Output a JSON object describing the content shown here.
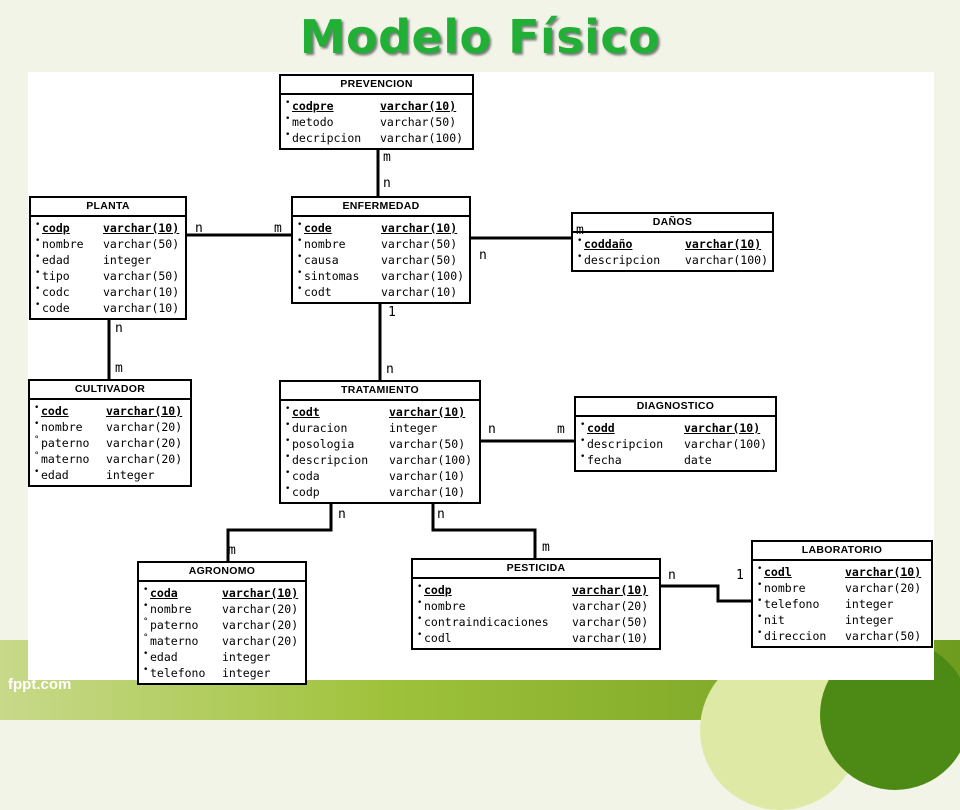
{
  "slide": {
    "title": "Modelo Físico",
    "footer_logo": "fppt.com"
  },
  "entities": {
    "prevencion": {
      "name": "PREVENCION",
      "rows": [
        {
          "marker": "•",
          "col": "codpre",
          "type": "varchar(10)",
          "pk": true
        },
        {
          "marker": "•",
          "col": "metodo",
          "type": "varchar(50)",
          "pk": false
        },
        {
          "marker": "•",
          "col": "decripcion",
          "type": "varchar(100)",
          "pk": false
        }
      ]
    },
    "planta": {
      "name": "PLANTA",
      "rows": [
        {
          "marker": "•",
          "col": "codp",
          "type": "varchar(10)",
          "pk": true
        },
        {
          "marker": "•",
          "col": "nombre",
          "type": "varchar(50)",
          "pk": false
        },
        {
          "marker": "•",
          "col": "edad",
          "type": "integer",
          "pk": false
        },
        {
          "marker": "•",
          "col": "tipo",
          "type": "varchar(50)",
          "pk": false
        },
        {
          "marker": "•",
          "col": "codc",
          "type": "varchar(10)",
          "pk": false
        },
        {
          "marker": "•",
          "col": "code",
          "type": "varchar(10)",
          "pk": false
        }
      ]
    },
    "enfermedad": {
      "name": "ENFERMEDAD",
      "rows": [
        {
          "marker": "•",
          "col": "code",
          "type": "varchar(10)",
          "pk": true
        },
        {
          "marker": "•",
          "col": "nombre",
          "type": "varchar(50)",
          "pk": false
        },
        {
          "marker": "•",
          "col": "causa",
          "type": "varchar(50)",
          "pk": false
        },
        {
          "marker": "•",
          "col": "sintomas",
          "type": "varchar(100)",
          "pk": false
        },
        {
          "marker": "•",
          "col": "codt",
          "type": "varchar(10)",
          "pk": false
        }
      ]
    },
    "danos": {
      "name": "DAÑOS",
      "rows": [
        {
          "marker": "•",
          "col": "coddaño",
          "type": "varchar(10)",
          "pk": true
        },
        {
          "marker": "•",
          "col": "descripcion",
          "type": "varchar(100)",
          "pk": false
        }
      ]
    },
    "cultivador": {
      "name": "CULTIVADOR",
      "rows": [
        {
          "marker": "•",
          "col": "codc",
          "type": "varchar(10)",
          "pk": true
        },
        {
          "marker": "•",
          "col": "nombre",
          "type": "varchar(20)",
          "pk": false
        },
        {
          "marker": "°",
          "col": "paterno",
          "type": "varchar(20)",
          "pk": false
        },
        {
          "marker": "°",
          "col": "materno",
          "type": "varchar(20)",
          "pk": false
        },
        {
          "marker": "•",
          "col": "edad",
          "type": "integer",
          "pk": false
        }
      ]
    },
    "tratamiento": {
      "name": "TRATAMIENTO",
      "rows": [
        {
          "marker": "•",
          "col": "codt",
          "type": "varchar(10)",
          "pk": true
        },
        {
          "marker": "•",
          "col": "duracion",
          "type": "integer",
          "pk": false
        },
        {
          "marker": "•",
          "col": "posologia",
          "type": "varchar(50)",
          "pk": false
        },
        {
          "marker": "•",
          "col": "descripcion",
          "type": "varchar(100)",
          "pk": false
        },
        {
          "marker": "•",
          "col": "coda",
          "type": "varchar(10)",
          "pk": false
        },
        {
          "marker": "•",
          "col": "codp",
          "type": "varchar(10)",
          "pk": false
        }
      ]
    },
    "diagnostico": {
      "name": "DIAGNOSTICO",
      "rows": [
        {
          "marker": "•",
          "col": "codd",
          "type": "varchar(10)",
          "pk": true
        },
        {
          "marker": "•",
          "col": "descripcion",
          "type": "varchar(100)",
          "pk": false
        },
        {
          "marker": "•",
          "col": "fecha",
          "type": "date",
          "pk": false
        }
      ]
    },
    "agronomo": {
      "name": "AGRONOMO",
      "rows": [
        {
          "marker": "•",
          "col": "coda",
          "type": "varchar(10)",
          "pk": true
        },
        {
          "marker": "•",
          "col": "nombre",
          "type": "varchar(20)",
          "pk": false
        },
        {
          "marker": "°",
          "col": "paterno",
          "type": "varchar(20)",
          "pk": false
        },
        {
          "marker": "°",
          "col": "materno",
          "type": "varchar(20)",
          "pk": false
        },
        {
          "marker": "•",
          "col": "edad",
          "type": "integer",
          "pk": false
        },
        {
          "marker": "•",
          "col": "telefono",
          "type": "integer",
          "pk": false
        }
      ]
    },
    "pesticida": {
      "name": "PESTICIDA",
      "rows": [
        {
          "marker": "•",
          "col": "codp",
          "type": "varchar(10)",
          "pk": true
        },
        {
          "marker": "•",
          "col": "nombre",
          "type": "varchar(20)",
          "pk": false
        },
        {
          "marker": "•",
          "col": "contraindicaciones",
          "type": "varchar(50)",
          "pk": false
        },
        {
          "marker": "•",
          "col": "codl",
          "type": "varchar(10)",
          "pk": false
        }
      ]
    },
    "laboratorio": {
      "name": "LABORATORIO",
      "rows": [
        {
          "marker": "•",
          "col": "codl",
          "type": "varchar(10)",
          "pk": true
        },
        {
          "marker": "•",
          "col": "nombre",
          "type": "varchar(20)",
          "pk": false
        },
        {
          "marker": "•",
          "col": "telefono",
          "type": "integer",
          "pk": false
        },
        {
          "marker": "•",
          "col": "nit",
          "type": "integer",
          "pk": false
        },
        {
          "marker": "•",
          "col": "direccion",
          "type": "varchar(50)",
          "pk": false
        }
      ]
    }
  },
  "cardinalities": {
    "prev_enf_top": "m",
    "prev_enf_bottom": "n",
    "planta_enf_left": "n",
    "planta_enf_right": "m",
    "enf_danos_left": "n",
    "enf_danos_right": "m",
    "planta_cult_top": "n",
    "planta_cult_bottom": "m",
    "enf_trat_top": "1",
    "enf_trat_bottom": "n",
    "trat_diag_left": "n",
    "trat_diag_right": "m",
    "trat_agro_top": "n",
    "trat_agro_bottom": "m",
    "trat_pest_top": "n",
    "trat_pest_bottom": "m",
    "pest_lab_left": "n",
    "pest_lab_right": "1"
  },
  "colors": {
    "title": "#21b035",
    "background_green": "#9fc23b",
    "lines": "#000000"
  }
}
